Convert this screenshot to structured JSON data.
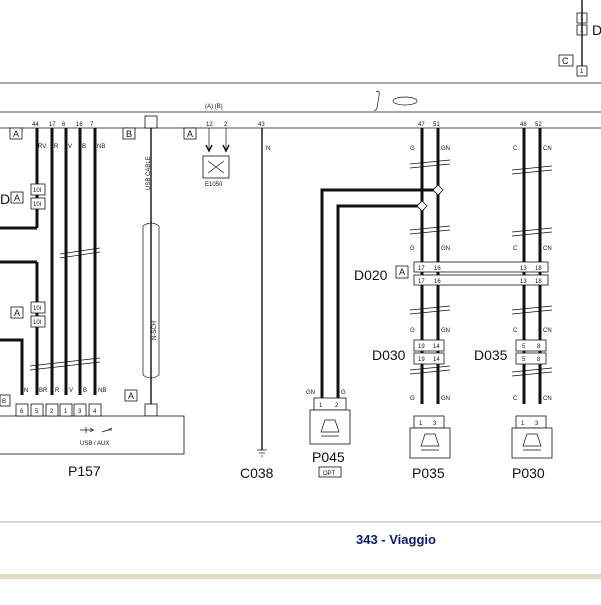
{
  "top_right": {
    "pin_top": "1",
    "pin_mid": "1",
    "pin_bot": "1",
    "letter": "D",
    "conn": "C"
  },
  "bus": {
    "pins_left": [
      "44",
      "17",
      "6",
      "16",
      "7"
    ],
    "pins_usb": [
      "12",
      "2",
      "43"
    ],
    "pin_ab": "(A)  (B)",
    "pins_mid": [
      "47",
      "51"
    ],
    "pins_right": [
      "48",
      "52"
    ],
    "conn_a": "A",
    "conn_b": "B"
  },
  "wires_left": [
    "RV",
    "R",
    "V",
    "B",
    "NB"
  ],
  "wire_n": "N",
  "wire_usb_cable": "USB CABLE",
  "wire_nsch": "N-SCH",
  "wire_g": "G",
  "wire_gn": "GN",
  "wire_c": "C",
  "wire_cn": "CN",
  "e1050": "E1050",
  "left_conn1": {
    "letter": "A",
    "p1": "10I",
    "p2": "10I"
  },
  "left_conn2": {
    "letter": "A",
    "p1": "10I",
    "p2": "10I"
  },
  "d_label_left": "D",
  "p157": {
    "label": "P157",
    "subtitle": "USB / AUX",
    "conn": "B",
    "pins_top": [
      "6",
      "5",
      "2",
      "1",
      "3",
      "4"
    ],
    "wires": [
      "N",
      "BR",
      "R",
      "V",
      "B",
      "NB"
    ],
    "conn_a": "A"
  },
  "c038": "C038",
  "p045": {
    "label": "P045",
    "tag": "OPT",
    "pins": [
      "1",
      "2"
    ],
    "wires": [
      "GN",
      "G"
    ]
  },
  "p035": {
    "label": "P035",
    "pins": [
      "1",
      "3"
    ]
  },
  "p030": {
    "label": "P030",
    "pins": [
      "1",
      "3"
    ]
  },
  "d020": {
    "label": "D020",
    "letter": "A",
    "pins1": [
      "17",
      "16"
    ],
    "pins2": [
      "17",
      "16"
    ],
    "pins1r": [
      "13",
      "18"
    ],
    "pins2r": [
      "13",
      "18"
    ]
  },
  "d030": {
    "label": "D030",
    "pins1": [
      "19",
      "14"
    ],
    "pins2": [
      "19",
      "14"
    ]
  },
  "d035": {
    "label": "D035",
    "pins1": [
      "5",
      "8"
    ],
    "pins2": [
      "5",
      "8"
    ]
  },
  "footer": {
    "title": "343 - Viaggio"
  }
}
